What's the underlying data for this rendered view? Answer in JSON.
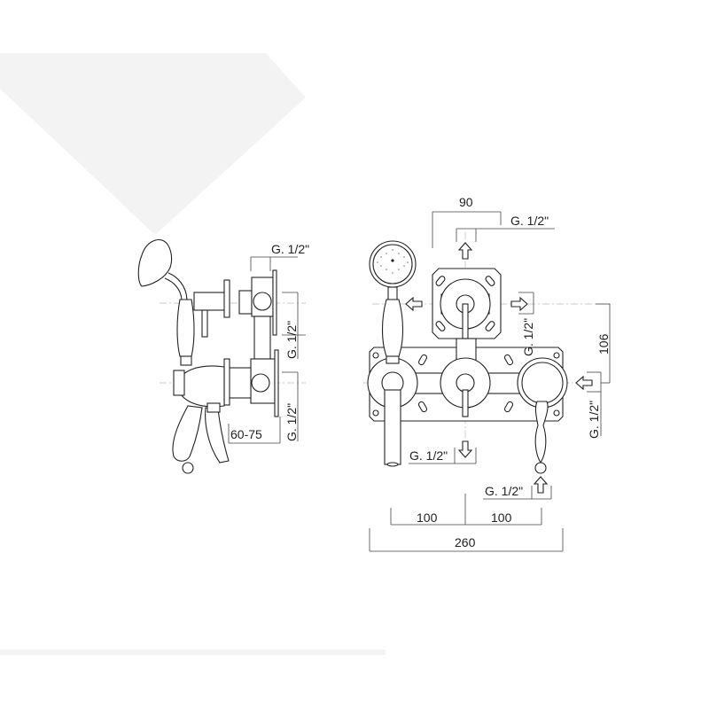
{
  "colors": {
    "line": "#222222",
    "background": "#ffffff",
    "shade": "#f3f3f3"
  },
  "side_view": {
    "top_connection": "G. 1/2\"",
    "upper_outlet": "G. 1/2\"",
    "lower_outlet": "G. 1/2\"",
    "wall_depth": "60-75"
  },
  "front_view": {
    "top_width": "90",
    "top_outlet": "G. 1/2\"",
    "right_outlet": "G. 1/2\"",
    "height": "106",
    "right_inlet": "G. 1/2\"",
    "bottom_outlet": "G. 1/2\"",
    "bottom_inlet": "G. 1/2\"",
    "spacing_left": "100",
    "spacing_right": "100",
    "total_width": "260"
  }
}
